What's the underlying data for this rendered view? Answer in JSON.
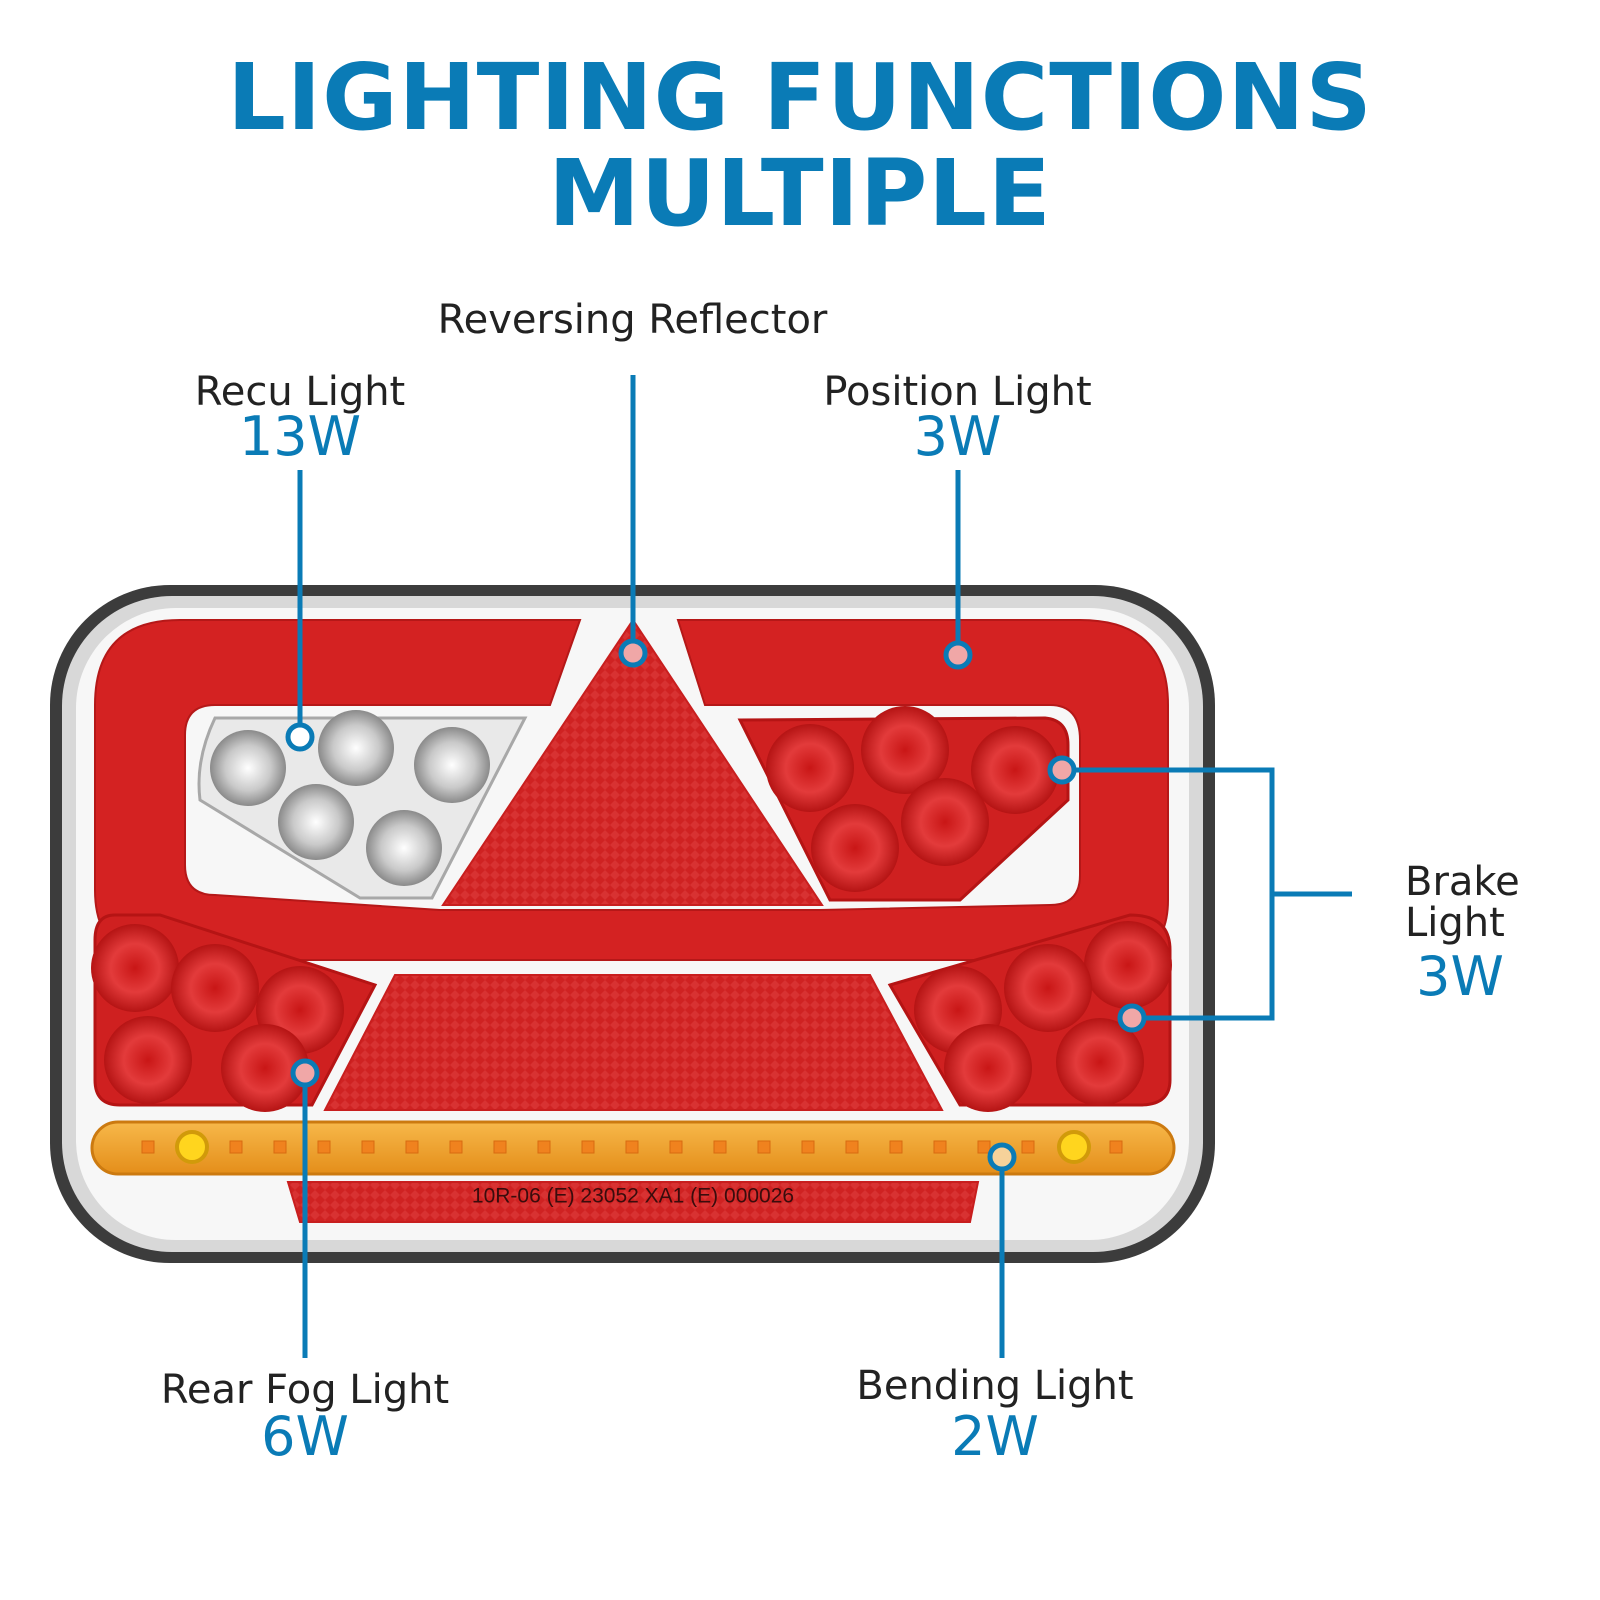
{
  "title": {
    "line1": "LIGHTING FUNCTIONS",
    "line2": "MULTIPLE"
  },
  "colors": {
    "accent": "#0a7bb6",
    "lamp_red": "#d42222",
    "amber": "#f2a12c",
    "housing": "#444444"
  },
  "labels": {
    "reversing_reflector": {
      "name": "Reversing Reflector"
    },
    "recu_light": {
      "name": "Recu Light",
      "watt": "13W"
    },
    "position_light": {
      "name": "Position Light",
      "watt": "3W"
    },
    "brake_light": {
      "name_line1": "Brake",
      "name_line2": "Light",
      "watt": "3W"
    },
    "rear_fog_light": {
      "name": "Rear Fog Light",
      "watt": "6W"
    },
    "bending_light": {
      "name": "Bending Light",
      "watt": "2W"
    }
  },
  "lamp_markings": {
    "certification": "10R-06 (E) 23052  XA1 (E) 000026"
  }
}
